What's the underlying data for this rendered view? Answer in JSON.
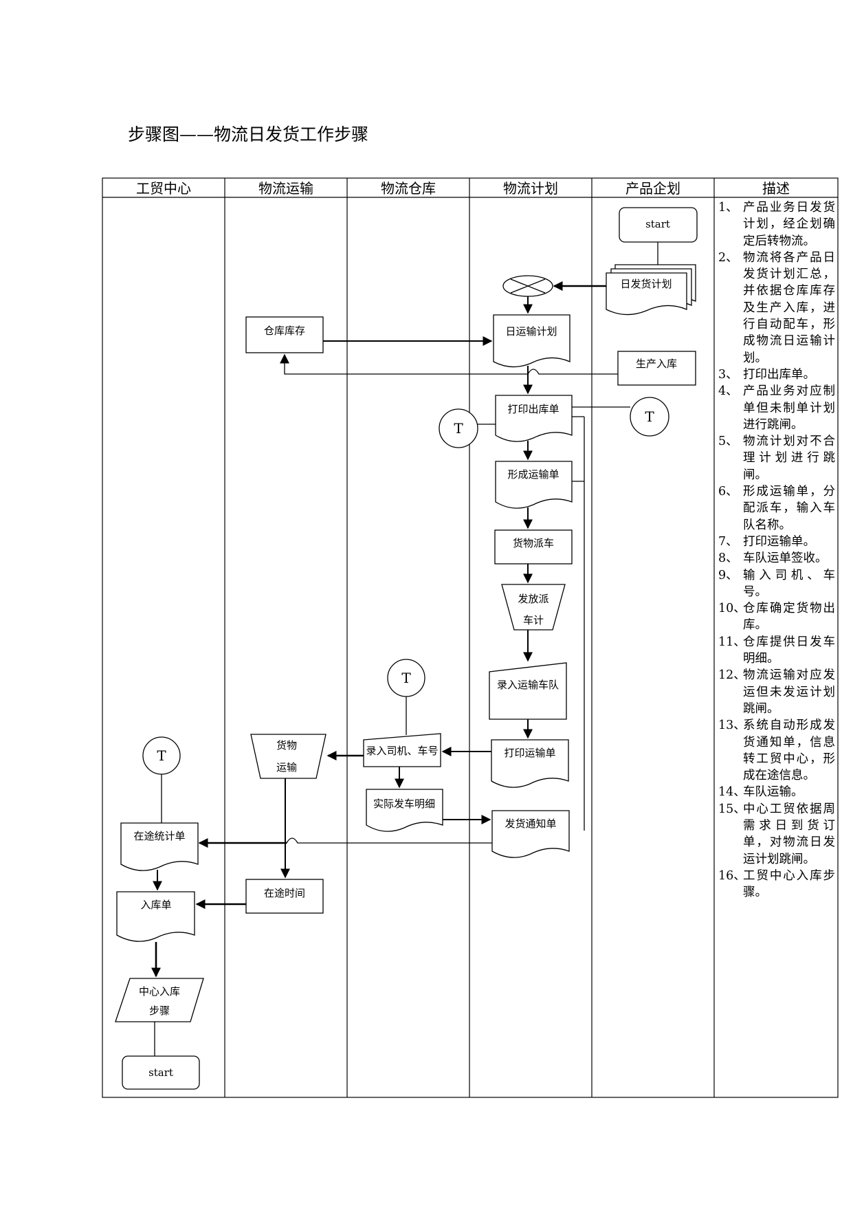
{
  "title": "步骤图——物流日发货工作步骤",
  "columns": [
    "工贸中心",
    "物流运输",
    "物流仓库",
    "物流计划",
    "产品企划",
    "描述"
  ],
  "nodes": {
    "start_top": "start",
    "daily_plan": "日发货计划",
    "warehouse_stock": "仓库库存",
    "daily_transport_plan": "日运输计划",
    "production_in": "生产入库",
    "print_outbound": "打印出库单",
    "form_waybill": "形成运输单",
    "dispatch": "货物派车",
    "dispatch_stat_1": "发放派",
    "dispatch_stat_2": "车计",
    "enter_fleet": "录入运输车队",
    "print_waybill": "打印运输单",
    "enter_driver": "录入司机、车号",
    "goods_transport_1": "货物",
    "goods_transport_2": "运输",
    "actual_detail": "实际发车明细",
    "ship_notice": "发货通知单",
    "in_transit_stat": "在途统计单",
    "in_transit_time": "在途时间",
    "inbound_sheet": "入库单",
    "center_inbound_1": "中心入库",
    "center_inbound_2": "步骤",
    "start_bottom": "start",
    "t_label": "T"
  },
  "description": [
    {
      "num": "1、",
      "text": "产品业务日发货计划，经企划确定后转物流。"
    },
    {
      "num": "2、",
      "text": "物流将各产品日发货计划汇总，并依据仓库库存及生产入库，进行自动配车，形成物流日运输计划。"
    },
    {
      "num": "3、",
      "text": "打印出库单。"
    },
    {
      "num": "4、",
      "text": "产品业务对应制单但未制单计划进行跳闸。"
    },
    {
      "num": "5、",
      "text": "物流计划对不合理计划进行跳闸。"
    },
    {
      "num": "6、",
      "text": "形成运输单，分配派车，输入车队名称。"
    },
    {
      "num": "7、",
      "text": "打印运输单。"
    },
    {
      "num": "8、",
      "text": "车队运单签收。"
    },
    {
      "num": "9、",
      "text": "输入司机、车号。"
    },
    {
      "num": "10、",
      "text": "仓库确定货物出库。"
    },
    {
      "num": "11、",
      "text": "仓库提供日发车明细。"
    },
    {
      "num": "12、",
      "text": "物流运输对应发运但未发运计划跳闸。"
    },
    {
      "num": "13、",
      "text": "系统自动形成发货通知单，信息转工贸中心，形成在途信息。"
    },
    {
      "num": "14、",
      "text": "车队运输。"
    },
    {
      "num": "15、",
      "text": "中心工贸依据周需求日到货订单，对物流日发运计划跳闸。"
    },
    {
      "num": "16、",
      "text": "工贸中心入库步骤。"
    }
  ]
}
